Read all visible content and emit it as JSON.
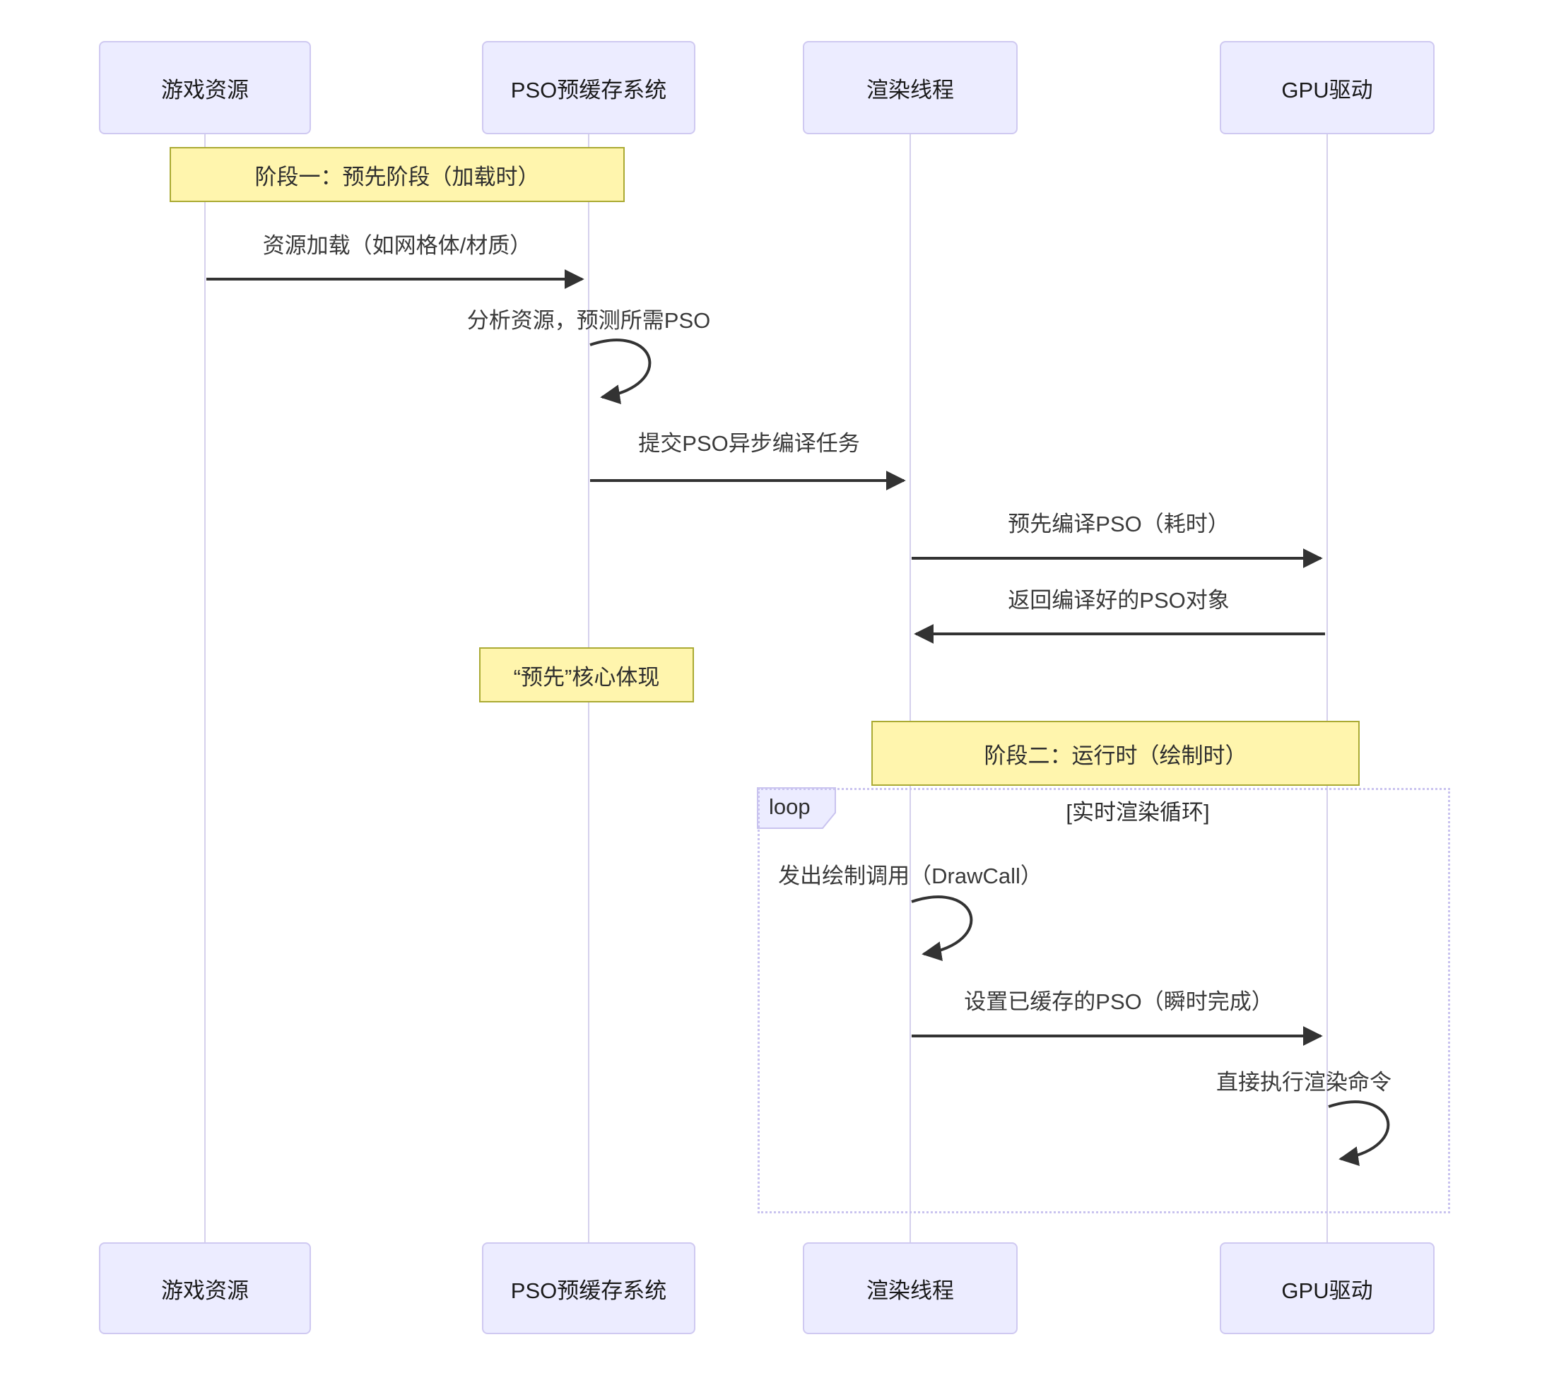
{
  "diagram_type": "sequence-diagram",
  "actors": [
    {
      "name": "游戏资源"
    },
    {
      "name": "PSO预缓存系统"
    },
    {
      "name": "渲染线程"
    },
    {
      "name": "GPU驱动"
    }
  ],
  "notes": [
    {
      "text": "阶段一：预先阶段（加载时）",
      "over": "游戏资源, PSO预缓存系统"
    },
    {
      "text": "“预先”核心体现",
      "over": "PSO预缓存系统"
    },
    {
      "text": "阶段二：运行时（绘制时）",
      "over": "渲染线程, GPU驱动"
    }
  ],
  "messages": [
    {
      "from": "游戏资源",
      "to": "PSO预缓存系统",
      "text": "资源加载（如网格体/材质）",
      "kind": "arrow"
    },
    {
      "from": "PSO预缓存系统",
      "to": "PSO预缓存系统",
      "text": "分析资源，预测所需PSO",
      "kind": "self"
    },
    {
      "from": "PSO预缓存系统",
      "to": "渲染线程",
      "text": "提交PSO异步编译任务",
      "kind": "arrow"
    },
    {
      "from": "渲染线程",
      "to": "GPU驱动",
      "text": "预先编译PSO（耗时）",
      "kind": "arrow"
    },
    {
      "from": "GPU驱动",
      "to": "渲染线程",
      "text": "返回编译好的PSO对象",
      "kind": "arrow"
    },
    {
      "from": "渲染线程",
      "to": "渲染线程",
      "text": "发出绘制调用（DrawCall）",
      "kind": "self"
    },
    {
      "from": "渲染线程",
      "to": "GPU驱动",
      "text": "设置已缓存的PSO（瞬时完成）",
      "kind": "arrow"
    },
    {
      "from": "GPU驱动",
      "to": "GPU驱动",
      "text": "直接执行渲染命令",
      "kind": "self"
    }
  ],
  "loop": {
    "label": "loop",
    "condition": "[实时渲染循环]"
  },
  "colors": {
    "actor_fill": "#ECECFF",
    "actor_border": "#CFC9F1",
    "note_fill": "#FFF5AD",
    "note_border": "#AAAA33",
    "lifeline": "#D5D0EC",
    "message_line": "#333333",
    "loop_border": "#C9C3EF",
    "text": "#333333"
  }
}
